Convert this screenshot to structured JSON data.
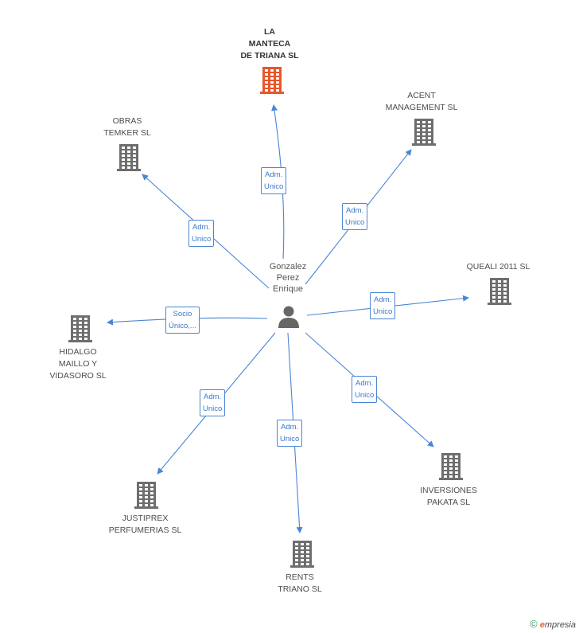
{
  "diagram": {
    "center": {
      "name": "Gonzalez\nPerez\nEnrique",
      "icon": "person-icon"
    },
    "companies": [
      {
        "key": "la-manteca",
        "name": "LA\nMANTECA\nDE TRIANA SL",
        "role": "Adm.\nUnico",
        "highlight": true
      },
      {
        "key": "acent",
        "name": "ACENT\nMANAGEMENT SL",
        "role": "Adm.\nUnico",
        "highlight": false
      },
      {
        "key": "obras-temker",
        "name": "OBRAS\nTEMKER SL",
        "role": "Adm.\nUnico",
        "highlight": false
      },
      {
        "key": "queali",
        "name": "QUEALI 2011 SL",
        "role": "Adm.\nUnico",
        "highlight": false
      },
      {
        "key": "hidalgo",
        "name": "HIDALGO\nMAILLO Y\nVIDASORO SL",
        "role": "Socio\nÚnico,...",
        "highlight": false
      },
      {
        "key": "justiprex",
        "name": "JUSTIPREX\nPERFUMERIAS SL",
        "role": "Adm.\nUnico",
        "highlight": false
      },
      {
        "key": "rents",
        "name": "RENTS\nTRIANO SL",
        "role": "Adm.\nUnico",
        "highlight": false
      },
      {
        "key": "inversiones",
        "name": "INVERSIONES\nPAKATA SL",
        "role": "Adm.\nUnico",
        "highlight": false
      }
    ]
  },
  "colors": {
    "edge": "#4a86d6",
    "building": "#6e6e6e",
    "building_highlight": "#e8562a",
    "person": "#666666"
  },
  "footer": {
    "copyright_symbol": "©",
    "brand_initial": "e",
    "brand_rest": "mpresia"
  }
}
